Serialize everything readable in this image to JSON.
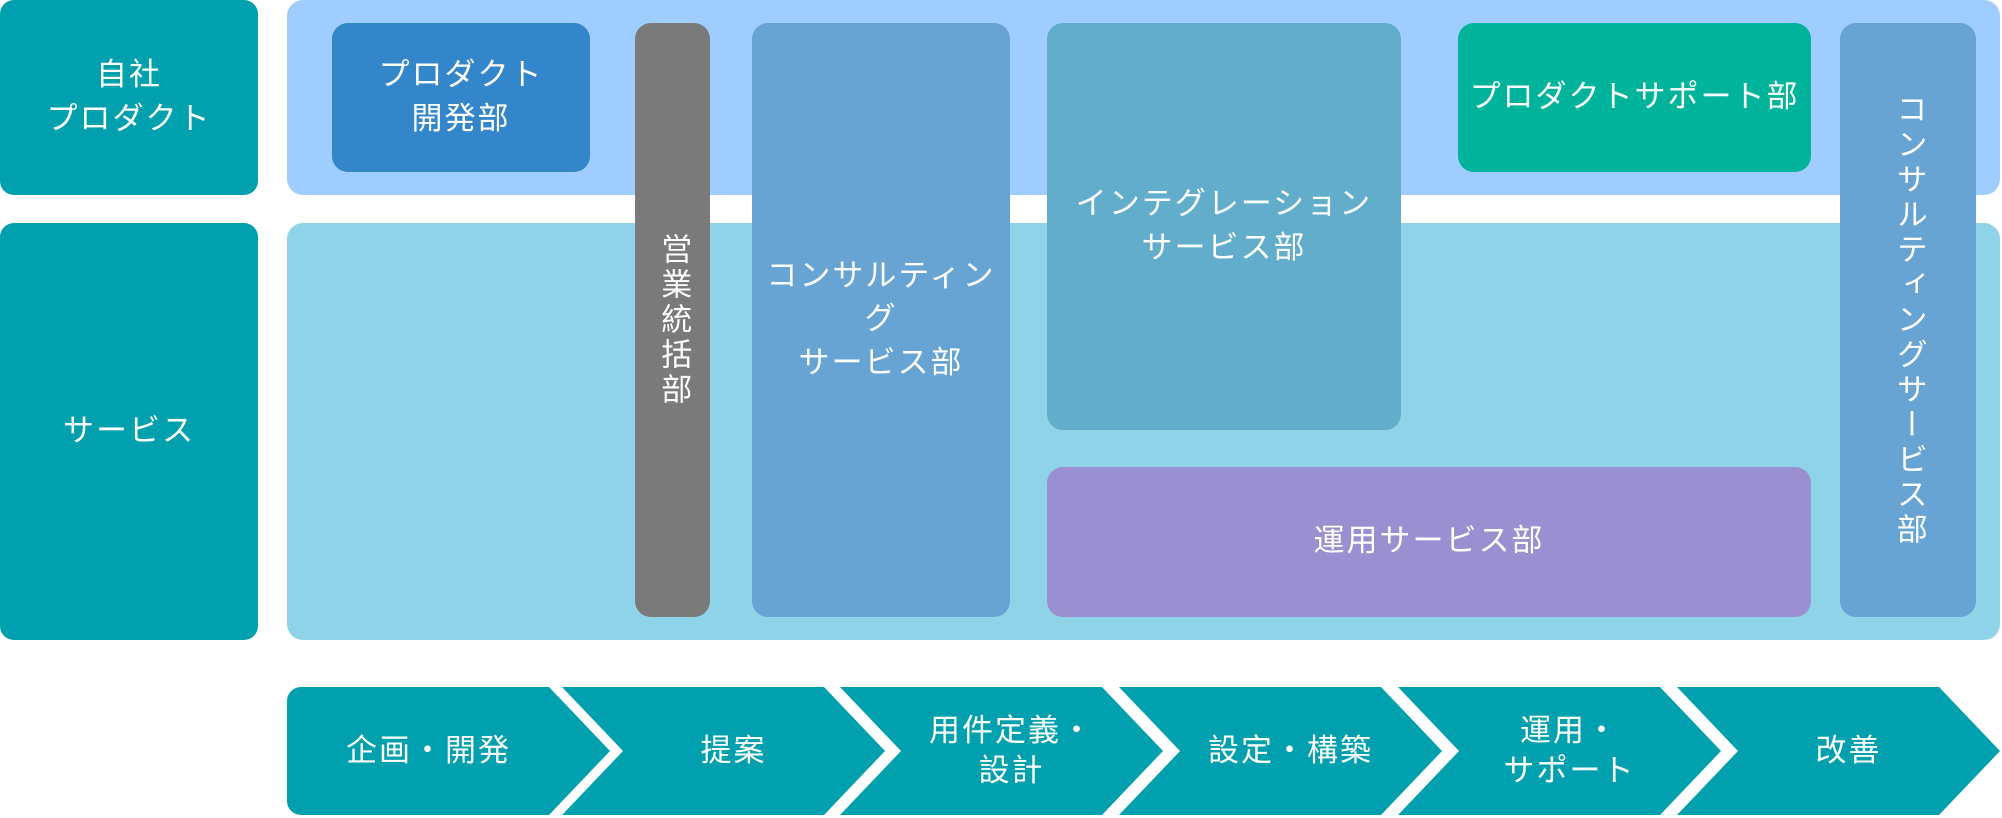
{
  "rows": {
    "own_product": "自社\nプロダクト",
    "service": "サービス"
  },
  "departments": {
    "product_dev": "プロダクト\n開発部",
    "sales": "営業統括部",
    "consulting": "コンサルティング\nサービス部",
    "integration": "インテグレーション\nサービス部",
    "product_support": "プロダクトサポート部",
    "operations": "運用サービス部",
    "consulting_right": "コンサルティングサービス部"
  },
  "phases": [
    "企画・開発",
    "提案",
    "用件定義・\n設計",
    "設定・構築",
    "運用・\nサポート",
    "改善"
  ],
  "colors": {
    "teal": "#00a0ae",
    "top_band": "#a0cdff",
    "service_band": "#8fd3e9",
    "product_dev": "#3486cb",
    "sales": "#7a7a7a",
    "consulting": "#67a4d4",
    "integration": "#62adcc",
    "product_support": "#00b49c",
    "operations": "#9a8fd1"
  }
}
